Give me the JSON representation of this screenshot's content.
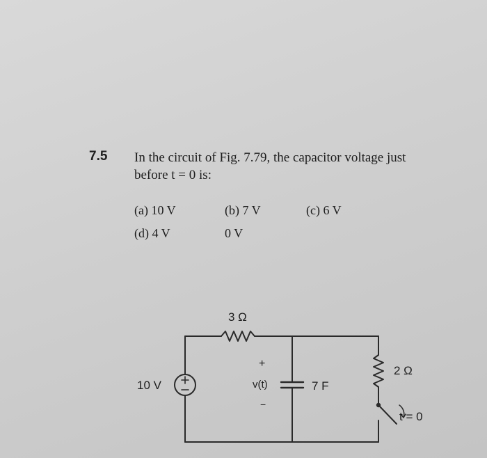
{
  "problem": {
    "number": "7.5",
    "question_line1": "In the circuit of Fig. 7.79, the capacitor voltage just",
    "question_line2": "before t = 0 is:"
  },
  "options": {
    "a": "(a) 10 V",
    "b": "(b) 7 V",
    "c": "(c) 6 V",
    "d": "(d) 4 V",
    "e": "0 V"
  },
  "circuit": {
    "resistor_top_label": "3 Ω",
    "source_label": "10 V",
    "cap_plus": "+",
    "cap_voltage_label": "v(t)",
    "cap_minus": "−",
    "capacitor_label": "7 F",
    "resistor_right_label": "2 Ω",
    "switch_label": "t = 0"
  }
}
